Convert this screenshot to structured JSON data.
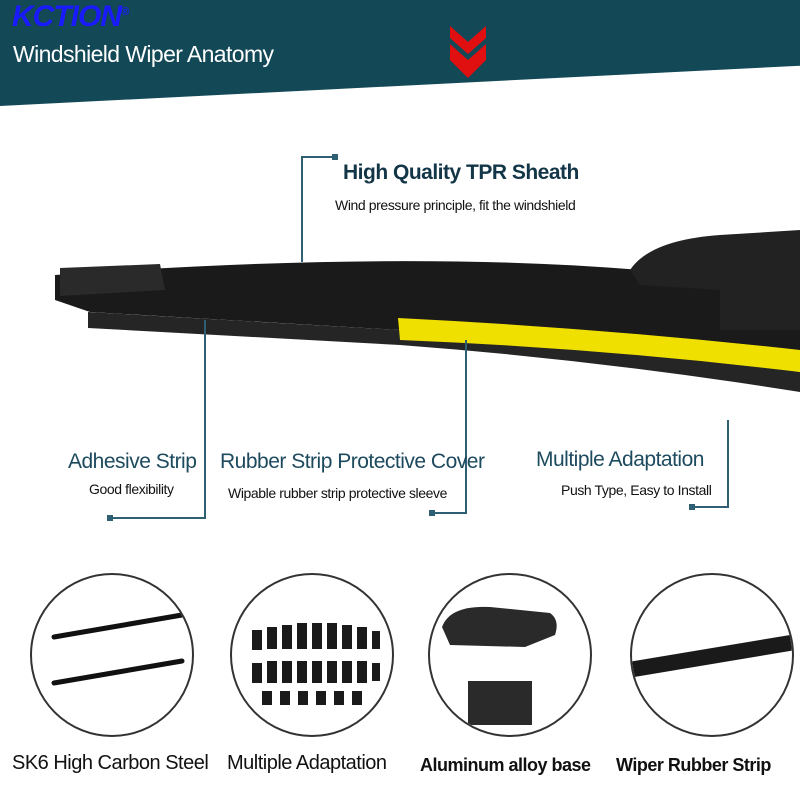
{
  "header": {
    "brand": "KCTION",
    "brand_mark": "®",
    "title": "Windshield Wiper Anatomy",
    "bg_color": "#134857",
    "arrow_color": "#e01010",
    "arrow_icon": "double-chevron-down"
  },
  "callouts": [
    {
      "title": "High Quality TPR Sheath",
      "subtitle": "Wind pressure principle, fit the windshield"
    },
    {
      "title": "Adhesive Strip",
      "subtitle": "Good flexibility"
    },
    {
      "title": "Rubber Strip Protective Cover",
      "subtitle": "Wipable rubber strip protective sleeve"
    },
    {
      "title": "Multiple Adaptation",
      "subtitle": "Push Type, Easy to Install"
    }
  ],
  "features": [
    {
      "label": "SK6 High Carbon Steel"
    },
    {
      "label": "Multiple Adaptation"
    },
    {
      "label": "Aluminum alloy base"
    },
    {
      "label": "Wiper Rubber Strip"
    }
  ],
  "colors": {
    "accent_line": "#2f5f73",
    "yellow_strip": "#f0e000"
  }
}
